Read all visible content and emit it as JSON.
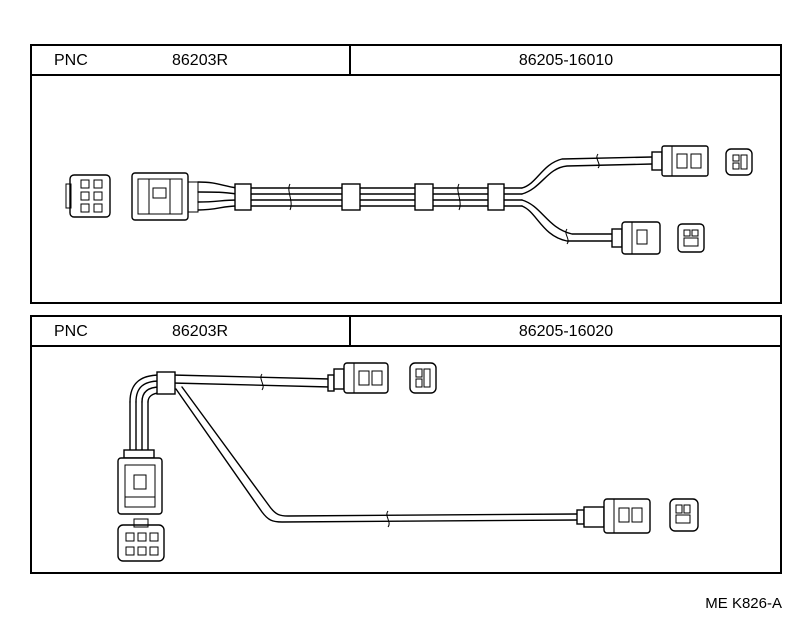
{
  "panels": [
    {
      "pnc_label": "PNC",
      "pnc_value": "86203R",
      "part_number": "86205-16010"
    },
    {
      "pnc_label": "PNC",
      "pnc_value": "86203R",
      "part_number": "86205-16020"
    }
  ],
  "drawing_code": "ME K826-A"
}
